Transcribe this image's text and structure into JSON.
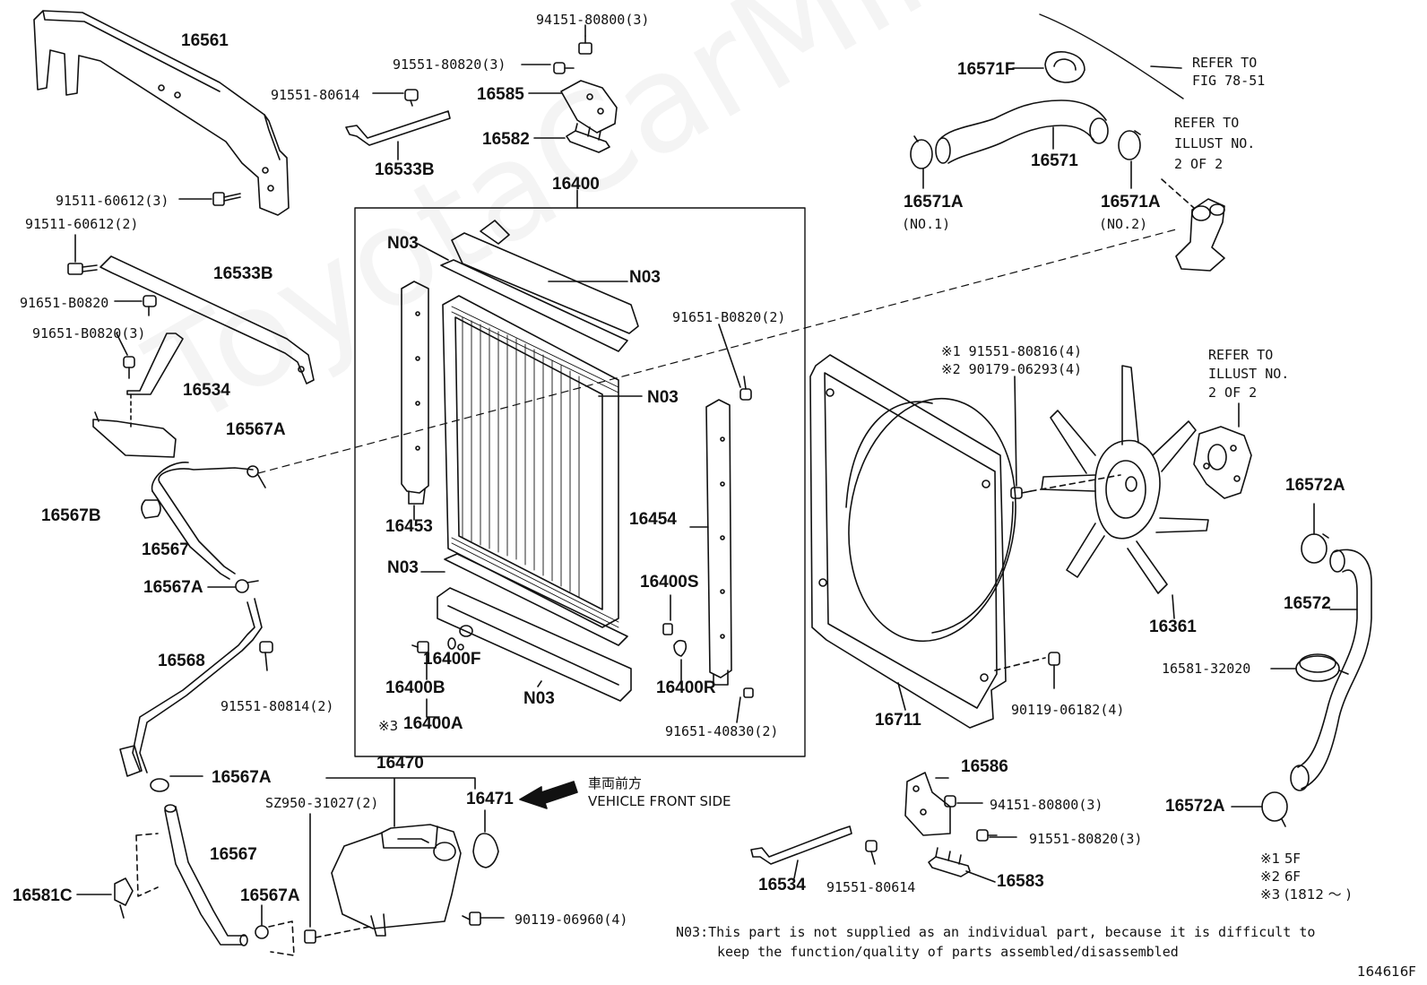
{
  "watermark": "ToyotaCarMine.ru",
  "diagram_id": "164616F",
  "labels": {
    "p16561": "16561",
    "p94151_80800_3": "94151-80800(3)",
    "p91551_80820_3": "91551-80820(3)",
    "p91551_80614": "91551-80614",
    "p16585": "16585",
    "p16582": "16582",
    "p16533b_top": "16533B",
    "p16400": "16400",
    "p16571f": "16571F",
    "refer_fig": "REFER TO\nFIG 78-51",
    "p16571": "16571",
    "refer_illust_1": "REFER TO\nILLUST NO.\n2 OF 2",
    "p16571a_1": "16571A",
    "no1": "(NO.1)",
    "p16571a_2": "16571A",
    "no2": "(NO.2)",
    "p91511_60612_3": "91511-60612(3)",
    "p91511_60612_2": "91511-60612(2)",
    "n03_a": "N03",
    "n03_b": "N03",
    "p16533b": "16533B",
    "p91651_b0820": "91651-B0820",
    "p91651_b0820_3": "91651-B0820(3)",
    "p91651_b0820_2": "91651-B0820(2)",
    "n03_c": "N03",
    "p16534": "16534",
    "p16567a_1": "16567A",
    "refer_illust_2": "REFER TO\nILLUST NO.\n2 OF 2",
    "note1_fan": "※1 91551-80816(4)",
    "note2_fan": "※2 90179-06293(4)",
    "p16567b": "16567B",
    "p16453": "16453",
    "p16454": "16454",
    "p16572a_top": "16572A",
    "p16567_top": "16567",
    "n03_d": "N03",
    "p16400s": "16400S",
    "p16567a_2": "16567A",
    "p16572": "16572",
    "p16361": "16361",
    "p16400f": "16400F",
    "p16581_32020": "16581-32020",
    "p16568": "16568",
    "p16400b": "16400B",
    "p16400r": "16400R",
    "n03_e": "N03",
    "p91551_80814_2": "91551-80814(2)",
    "p90119_06182_4": "90119-06182(4)",
    "note3_mark": "※3",
    "p16400a": "16400A",
    "p91651_40830_2": "91651-40830(2)",
    "p16711": "16711",
    "p16470": "16470",
    "p16586": "16586",
    "vehicle_front_jp": "車両前方",
    "vehicle_front_en": "VEHICLE FRONT SIDE",
    "p16567a_3": "16567A",
    "p94151_80800_3b": "94151-80800(3)",
    "p16572a_bot": "16572A",
    "p16471": "16471",
    "p sz950": "SZ950-31027(2)",
    "p91551_80820_3b": "91551-80820(3)",
    "p16567_bot": "16567",
    "p16581c": "16581C",
    "p16567a_4": "16567A",
    "p16534_bot": "16534",
    "p91551_80614_b": "91551-80614",
    "p16583": "16583",
    "p90119_06960_4": "90119-06960(4)",
    "legend1": "※1 5F",
    "legend2": "※2 6F",
    "legend3": "※3 (1812 ～      )"
  },
  "footnote": {
    "line1": "N03:This part is not supplied as an individual part, because it is difficult to",
    "line2": "keep the function/quality of parts assembled/disassembled"
  }
}
